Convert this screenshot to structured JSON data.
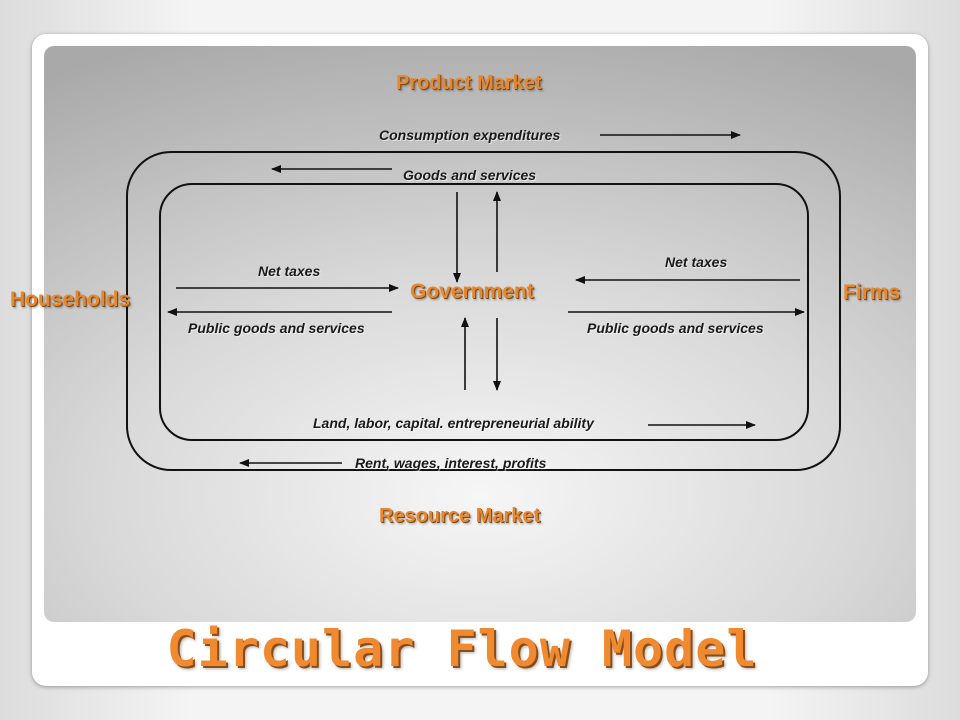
{
  "slide": {
    "title": "Circular Flow Model"
  },
  "diagram": {
    "markets": {
      "product": "Product Market",
      "resource": "Resource Market"
    },
    "sectors": {
      "households": "Households",
      "firms": "Firms",
      "government": "Government"
    },
    "flows": {
      "consumption_expenditures": "Consumption expenditures",
      "goods_and_services": "Goods and services",
      "net_taxes_households": "Net taxes",
      "public_goods_households": "Public goods and services",
      "net_taxes_firms": "Net taxes",
      "public_goods_firms": "Public goods and services",
      "factors_of_production": "Land, labor, capital. entrepreneurial ability",
      "factor_payments": "Rent, wages, interest, profits"
    },
    "colors": {
      "accent": "#e8872d",
      "line": "#111111"
    }
  }
}
